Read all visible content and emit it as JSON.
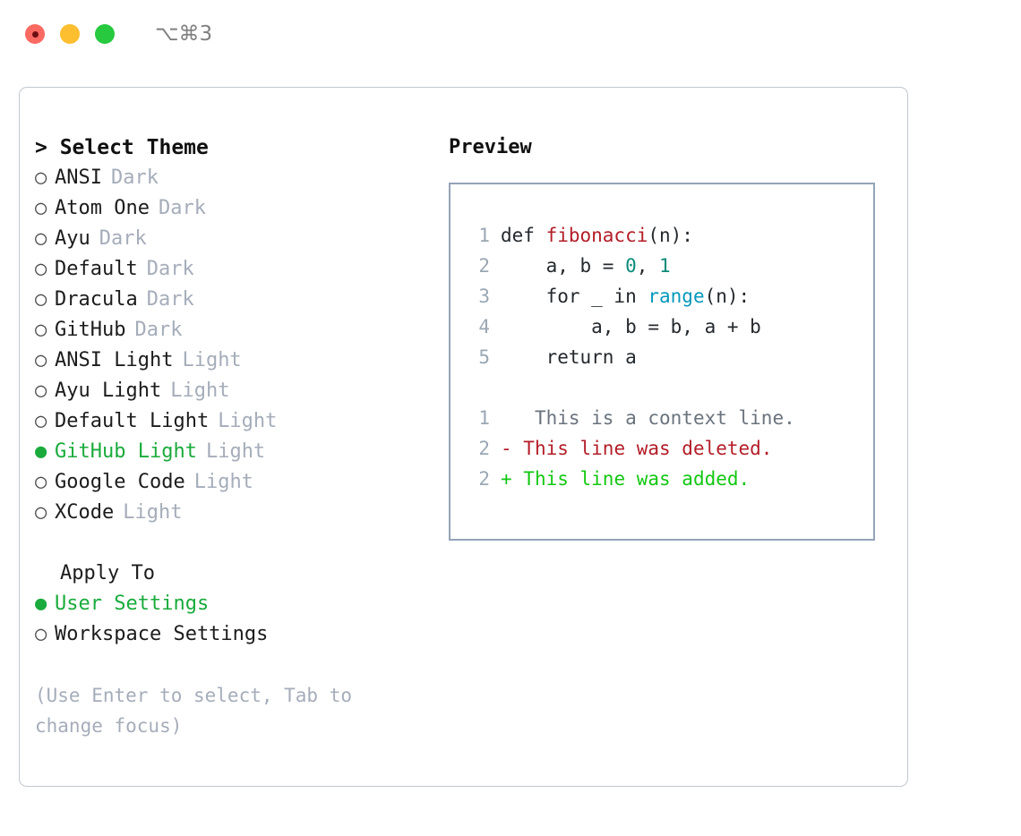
{
  "window": {
    "shortcut": "⌥⌘3",
    "lights": [
      {
        "name": "close",
        "color": "#fb6a62"
      },
      {
        "name": "minimize",
        "color": "#fdbe2f"
      },
      {
        "name": "maximize",
        "color": "#27c93f"
      }
    ]
  },
  "theme_picker": {
    "header": "> Select Theme",
    "selected_theme": "GitHub Light",
    "bullet_on": "●",
    "bullet_off": "○",
    "accent_color": "#1aab3c",
    "options": [
      {
        "bullet": "○",
        "label": "ANSI",
        "variant": "Dark",
        "selected": false
      },
      {
        "bullet": "○",
        "label": "Atom One",
        "variant": "Dark",
        "selected": false
      },
      {
        "bullet": "○",
        "label": "Ayu",
        "variant": "Dark",
        "selected": false
      },
      {
        "bullet": "○",
        "label": "Default",
        "variant": "Dark",
        "selected": false
      },
      {
        "bullet": "○",
        "label": "Dracula",
        "variant": "Dark",
        "selected": false
      },
      {
        "bullet": "○",
        "label": "GitHub",
        "variant": "Dark",
        "selected": false
      },
      {
        "bullet": "○",
        "label": "ANSI Light",
        "variant": "Light",
        "selected": false
      },
      {
        "bullet": "○",
        "label": "Ayu Light",
        "variant": "Light",
        "selected": false
      },
      {
        "bullet": "○",
        "label": "Default Light",
        "variant": "Light",
        "selected": false
      },
      {
        "bullet": "●",
        "label": "GitHub Light",
        "variant": "Light",
        "selected": true
      },
      {
        "bullet": "○",
        "label": "Google Code",
        "variant": "Light",
        "selected": false
      },
      {
        "bullet": "○",
        "label": "XCode",
        "variant": "Light",
        "selected": false
      }
    ]
  },
  "apply_to": {
    "header": "Apply To",
    "selected": "User Settings",
    "options": [
      {
        "bullet": "●",
        "label": "User Settings",
        "selected": true
      },
      {
        "bullet": "○",
        "label": "Workspace Settings",
        "selected": false
      }
    ]
  },
  "hint": "(Use Enter to select, Tab to change focus)",
  "preview": {
    "title": "Preview",
    "border_color": "#94a3b8",
    "code": [
      {
        "line_no": "1",
        "parts": [
          {
            "text": "def ",
            "style": "plain"
          },
          {
            "text": "fibonacci",
            "style": "fn"
          },
          {
            "text": "(n):",
            "style": "plain"
          }
        ]
      },
      {
        "line_no": "2",
        "parts": [
          {
            "text": "    a, b = ",
            "style": "plain"
          },
          {
            "text": "0",
            "style": "num"
          },
          {
            "text": ", ",
            "style": "plain"
          },
          {
            "text": "1",
            "style": "num"
          }
        ]
      },
      {
        "line_no": "3",
        "parts": [
          {
            "text": "    for _ in ",
            "style": "plain"
          },
          {
            "text": "range",
            "style": "call"
          },
          {
            "text": "(n):",
            "style": "plain"
          }
        ]
      },
      {
        "line_no": "4",
        "parts": [
          {
            "text": "        a, b = b, a + b",
            "style": "plain"
          }
        ]
      },
      {
        "line_no": "5",
        "parts": [
          {
            "text": "    return a",
            "style": "plain"
          }
        ]
      }
    ],
    "diff": [
      {
        "line_no": "1",
        "marker": " ",
        "text": "  This is a context line.",
        "kind": "context"
      },
      {
        "line_no": "2",
        "marker": "-",
        "text": " This line was deleted.",
        "kind": "deleted"
      },
      {
        "line_no": "2",
        "marker": "+",
        "text": " This line was added.",
        "kind": "added"
      }
    ],
    "colors": {
      "function": "#b31d28",
      "builtin_call": "#0598bc",
      "number": "#0b8a7a",
      "plain": "#24292e",
      "line_number": "#9aa7b4",
      "diff_context": "#6a737d",
      "diff_deleted": "#b31d28",
      "diff_added": "#13c713"
    }
  }
}
